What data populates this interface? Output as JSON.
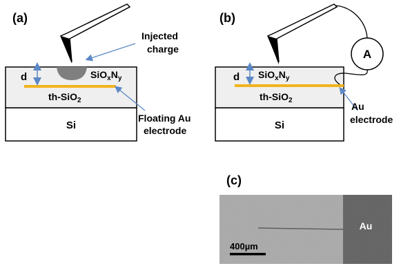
{
  "panels": {
    "a": {
      "tag": "(a)",
      "layer_top_label": "d",
      "film_label_base": "SiO",
      "film_sub_1": "x",
      "film_mid": "N",
      "film_sub_2": "y",
      "thermal_oxide_base": "th-SiO",
      "thermal_oxide_sub": "2",
      "substrate": "Si",
      "callout_charge_line1": "Injected",
      "callout_charge_line2": "charge",
      "callout_electrode_line1": "Floating Au",
      "callout_electrode_line2": "electrode"
    },
    "b": {
      "tag": "(b)",
      "layer_top_label": "d",
      "film_label_base": "SiO",
      "film_sub_1": "x",
      "film_mid": "N",
      "film_sub_2": "y",
      "thermal_oxide_base": "th-SiO",
      "thermal_oxide_sub": "2",
      "substrate": "Si",
      "meter": "A",
      "callout_electrode_line1": "Au",
      "callout_electrode_line2": "electrode"
    },
    "c": {
      "tag": "(c)",
      "region_label": "Au",
      "scale_bar": "400µm"
    }
  },
  "colors": {
    "gold_electrode": "#F2B31C",
    "film_fill": "#EFEFEF",
    "charge_blob": "#7F7F7F",
    "callout_arrow": "#5B88C6",
    "micrograph_bg": "#A9A9A9",
    "au_region": "#5E5E5E"
  }
}
